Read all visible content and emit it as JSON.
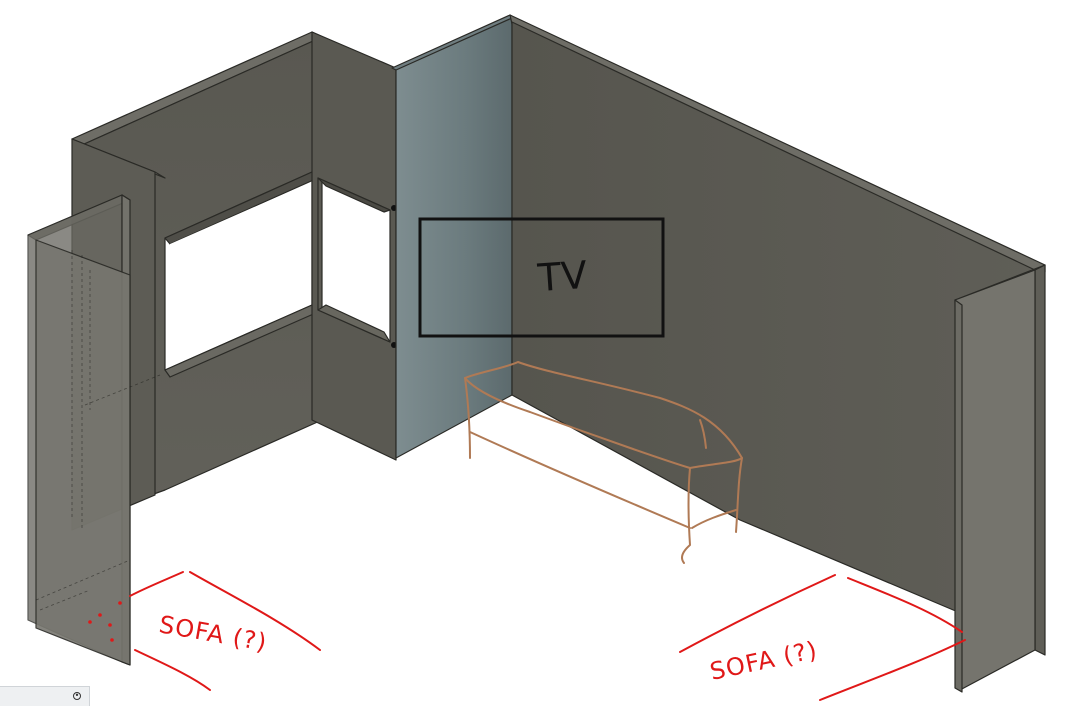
{
  "annotations": {
    "tv_label": "TV",
    "sofa_left_label": "SOFA (?)",
    "sofa_right_label": "SOFA (?)"
  },
  "colors": {
    "wall_dark": "#58574f",
    "wall_mid": "#64635c",
    "wall_light": "#77766f",
    "column_blue": "#6f7e80",
    "sketch_red": "#e01818",
    "sketch_brown": "#b07a55",
    "tv_outline": "#111111"
  },
  "icons": {
    "status_indicator": "target-icon"
  }
}
